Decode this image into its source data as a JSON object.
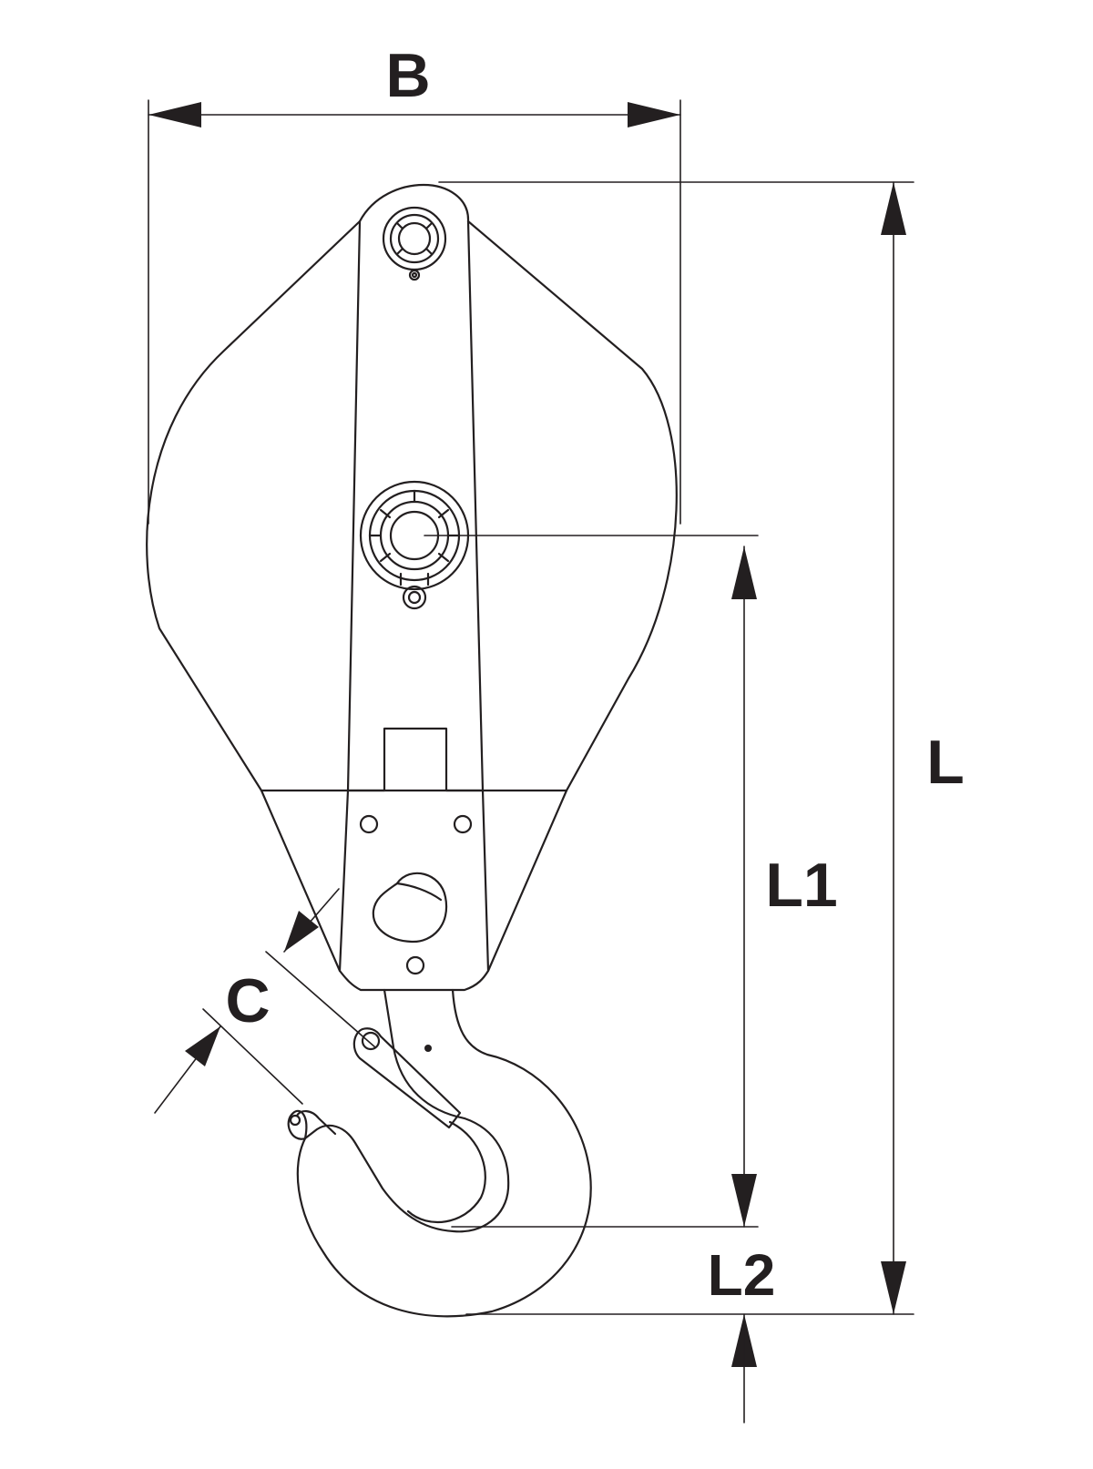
{
  "dimensions": {
    "B": "B",
    "L": "L",
    "L1": "L1",
    "L2": "L2",
    "C": "C"
  },
  "colors": {
    "line": "#231f20",
    "background": "#ffffff"
  }
}
